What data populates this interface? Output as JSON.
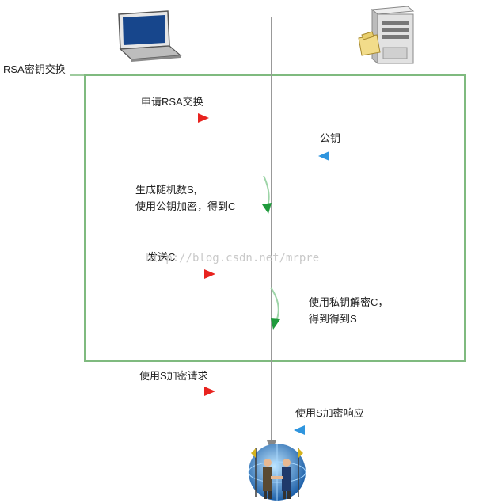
{
  "frame": {
    "label": "RSA密钥交换",
    "border_color": "#7fba7f"
  },
  "steps": {
    "request_rsa": "申请RSA交换",
    "public_key": "公钥",
    "generate": "生成随机数S,\n使用公钥加密，得到C",
    "send_c": "发送C",
    "decrypt": "使用私钥解密C，\n得到得到S",
    "enc_request": "使用S加密请求",
    "enc_response": "使用S加密响应"
  },
  "watermark": "http://blog.csdn.net/mrpre",
  "colors": {
    "client_arrow": "#e8231f",
    "server_arrow": "#3aa0e0",
    "process_arrow": "#1f9a3c",
    "timeline": "#999999"
  },
  "icons": {
    "client": "laptop-icon",
    "server": "server-icon",
    "result": "handshake-icon"
  }
}
